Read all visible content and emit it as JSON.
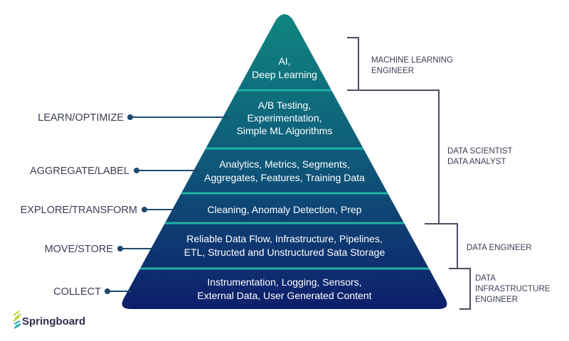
{
  "colors": {
    "top": "#0f7f80",
    "bottom": "#0d1e6b",
    "separator": "#1fb3a6",
    "connector": "#1d4a6e",
    "text": "#3a3f55"
  },
  "pyramid": {
    "levels": [
      {
        "lines": [
          "AI,",
          "Deep Learning"
        ]
      },
      {
        "lines": [
          "A/B Testing,",
          "Experimentation,",
          "Simple ML Algorithms"
        ]
      },
      {
        "lines": [
          "Analytics, Metrics, Segments,",
          "Aggregates, Features, Training Data"
        ]
      },
      {
        "lines": [
          "Cleaning, Anomaly Detection, Prep"
        ]
      },
      {
        "lines": [
          "Reliable Data Flow, Infrastructure, Pipelines,",
          "ETL, Structed and Unstructured Sata Storage"
        ]
      },
      {
        "lines": [
          "Instrumentation, Logging, Sensors,",
          "External Data, User Generated Content"
        ]
      }
    ]
  },
  "stages": [
    "LEARN/OPTIMIZE",
    "AGGREGATE/LABEL",
    "EXPLORE/TRANSFORM",
    "MOVE/STORE",
    "COLLECT"
  ],
  "roles": [
    {
      "lines": [
        "MACHINE LEARNING",
        "ENGINEER"
      ]
    },
    {
      "lines": [
        "DATA SCIENTIST",
        "DATA ANALYST"
      ]
    },
    {
      "lines": [
        "DATA ENGINEER"
      ]
    },
    {
      "lines": [
        "DATA",
        "INFRASTRUCTURE",
        "ENGINEER"
      ]
    }
  ],
  "logo": {
    "name": "Springboard"
  }
}
